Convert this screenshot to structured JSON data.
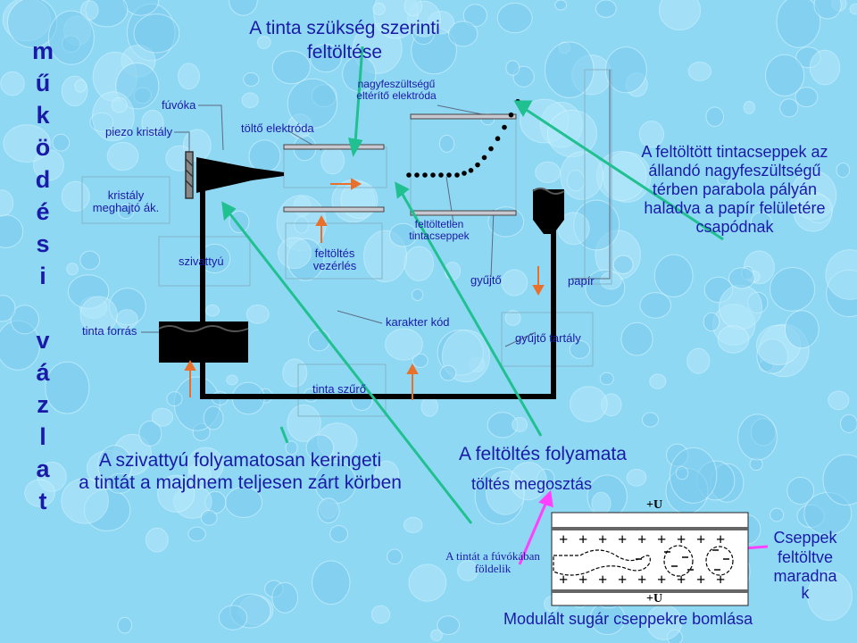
{
  "vertical_title": [
    "m",
    "ű",
    "k",
    "ö",
    "d",
    "é",
    "s",
    "i",
    "",
    "v",
    "á",
    "z",
    "l",
    "a",
    "t"
  ],
  "heading": {
    "line1": "A tinta szükség szerinti",
    "line2": "feltöltése"
  },
  "labels": {
    "piezo": "piezo kristály",
    "fuvoka": "fúvóka",
    "kristaly_meghajto_1": "kristály",
    "kristaly_meghajto_2": "meghajtó ák.",
    "tolto": "töltő elektróda",
    "nagyfesz_1": "nagyfeszültségű",
    "nagyfesz_2": "eltérítő elektróda",
    "szivattyu": "szivattyú",
    "feltoltes_1": "feltöltés",
    "feltoltes_2": "vezérlés",
    "feltoltetlen_1": "feltöltetlen",
    "feltoltetlen_2": "tintacseppek",
    "gyujto": "gyűjtő",
    "papir": "papír",
    "tinta_forras": "tinta forrás",
    "karakter_kod": "karakter kód",
    "gyujto_tartaly": "gyűjtő tartály",
    "tinta_szuro": "tinta szűrő"
  },
  "right_note": [
    "A feltöltött tintacseppek az",
    "állandó nagyfeszültségű",
    "térben parabola pályán",
    "haladva a papír felületére",
    "csapódnak"
  ],
  "pump_note": [
    "A szivattyú folyamatosan keringeti",
    "a tintát a majdnem teljesen zárt körben"
  ],
  "charge_process": {
    "title": "A feltöltés folyamata",
    "sub": "töltés megosztás"
  },
  "nozzle_ground": [
    "A tintát a fúvókában",
    "földelik"
  ],
  "drop_charged": [
    "Cseppek",
    "feltöltve",
    "maradna",
    "k"
  ],
  "modulated": "Modulált sugár cseppekre bomlása",
  "voltage_top": "+U",
  "voltage_bottom": "+U",
  "colors": {
    "text": "#1a1aa8",
    "pipe": "#000000",
    "arrow_green": "#20c090",
    "arrow_orange": "#e8702a",
    "arrow_magenta": "#ff40ff"
  }
}
